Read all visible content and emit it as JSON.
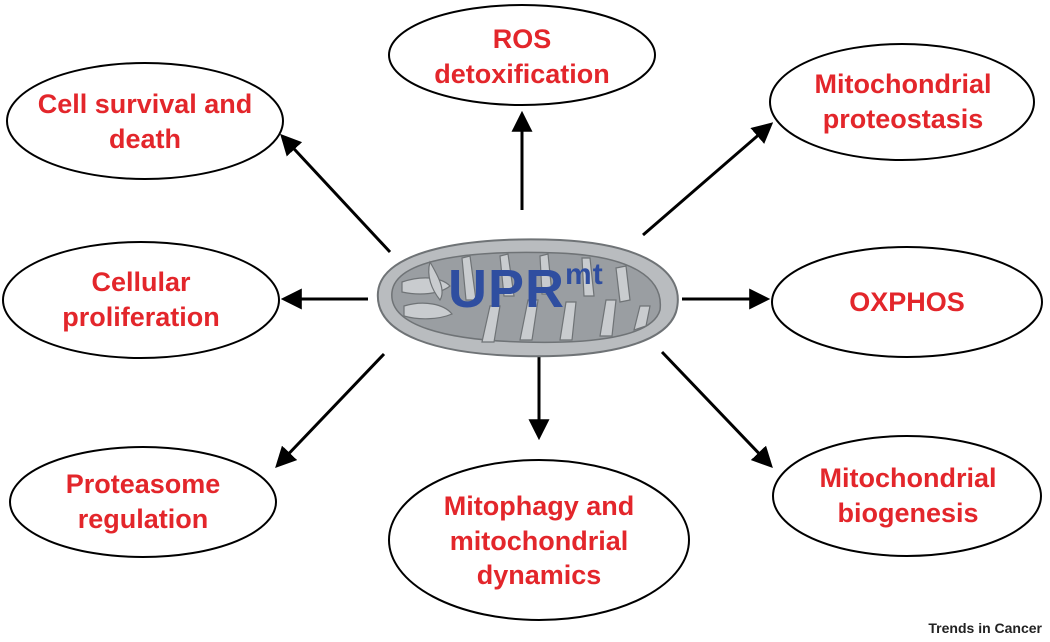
{
  "center": {
    "label": "UPR",
    "superscript": "mt"
  },
  "nodes": [
    {
      "id": "ros",
      "lines": [
        "ROS",
        "detoxification"
      ]
    },
    {
      "id": "cell-survival",
      "lines": [
        "Cell survival and",
        "death"
      ]
    },
    {
      "id": "mito-proteostasis",
      "lines": [
        "Mitochondrial",
        "proteostasis"
      ]
    },
    {
      "id": "cellular-proliferation",
      "lines": [
        "Cellular",
        "proliferation"
      ]
    },
    {
      "id": "oxphos",
      "lines": [
        "OXPHOS"
      ]
    },
    {
      "id": "proteasome",
      "lines": [
        "Proteasome",
        "regulation"
      ]
    },
    {
      "id": "mitophagy",
      "lines": [
        "Mitophagy and",
        "mitochondrial",
        "dynamics"
      ]
    },
    {
      "id": "mito-biogenesis",
      "lines": [
        "Mitochondrial",
        "biogenesis"
      ]
    }
  ],
  "credit": "Trends in Cancer",
  "colors": {
    "node_text": "#e3262b",
    "center_text": "#2f4ea0",
    "mitochondrion": "#b9bcbf"
  }
}
